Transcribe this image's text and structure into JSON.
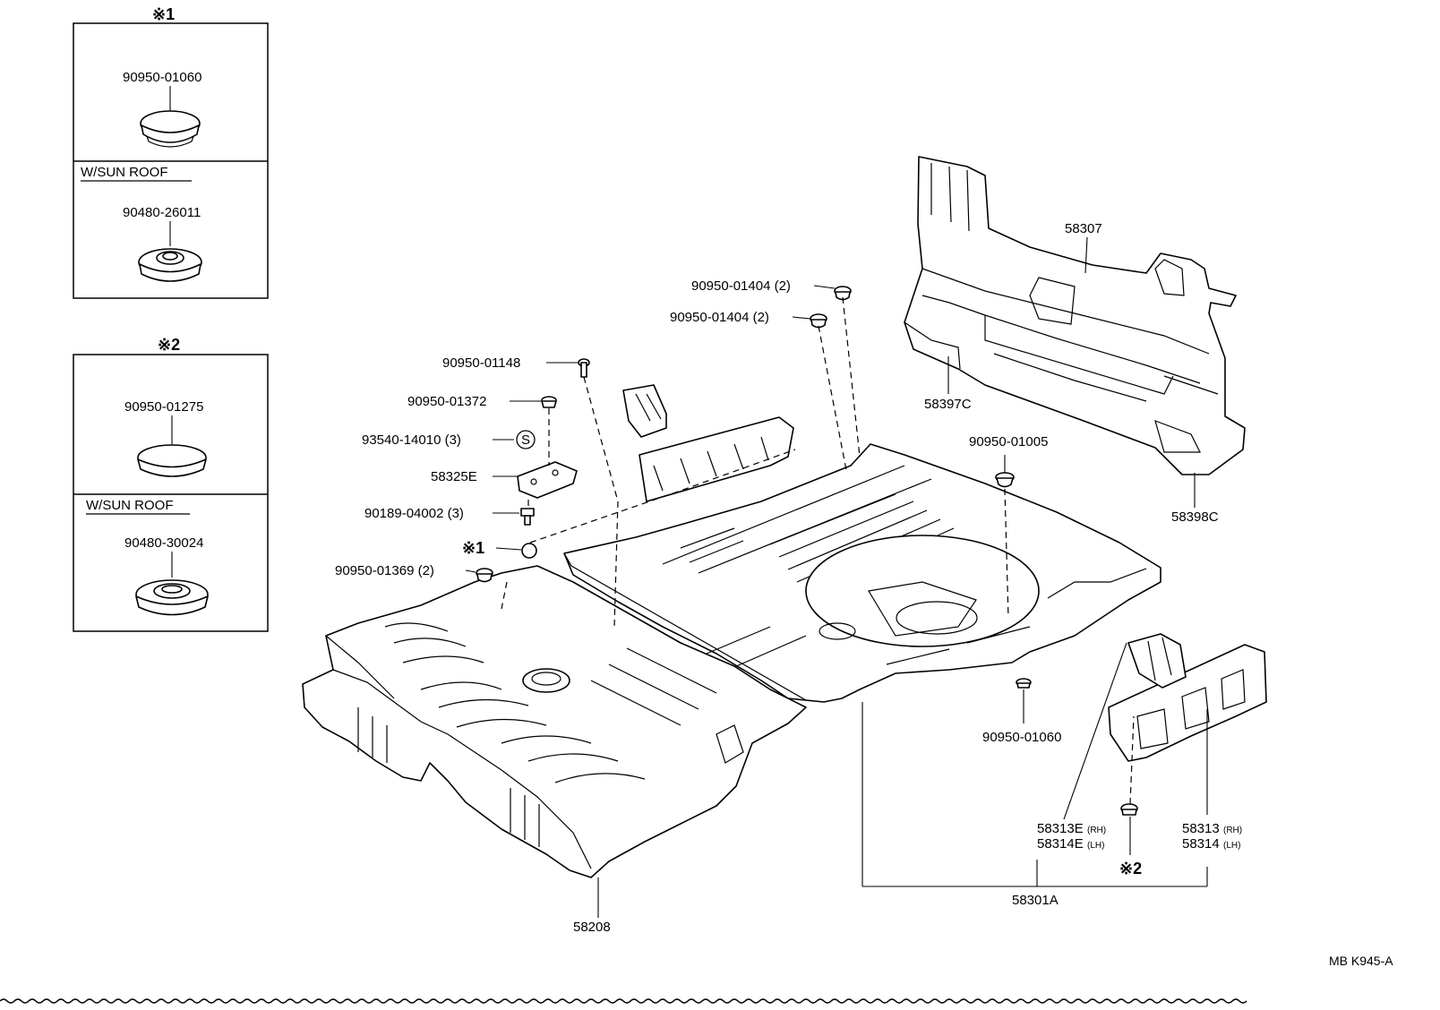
{
  "insets": [
    {
      "marker": "※1",
      "top_part": "90950-01060",
      "sub_header": "W/SUN ROOF",
      "bottom_part": "90480-26011"
    },
    {
      "marker": "※2",
      "top_part": "90950-01275",
      "sub_header": "W/SUN ROOF",
      "bottom_part": "90480-30024"
    }
  ],
  "callouts": {
    "p58307": "58307",
    "p58397c": "58397C",
    "p58398c": "58398C",
    "p90950_01404_a": "90950-01404 (2)",
    "p90950_01404_b": "90950-01404 (2)",
    "p90950_01148": "90950-01148",
    "p90950_01372": "90950-01372",
    "p93540_14010": "93540-14010 (3)",
    "s_marker": "S",
    "p58325e": "58325E",
    "p90189_04002": "90189-04002 (3)",
    "ref1": "※1",
    "p90950_01369": "90950-01369 (2)",
    "p90950_01005": "90950-01005",
    "p90950_01060": "90950-01060",
    "p58313e": "58313E",
    "p58314e": "58314E",
    "rh_a": "(RH)",
    "lh_a": "(LH)",
    "p58313": "58313",
    "p58314": "58314",
    "rh_b": "(RH)",
    "lh_b": "(LH)",
    "ref2": "※2",
    "p58301a": "58301A",
    "p58208": "58208"
  },
  "diagram_code": "MB K945-A"
}
